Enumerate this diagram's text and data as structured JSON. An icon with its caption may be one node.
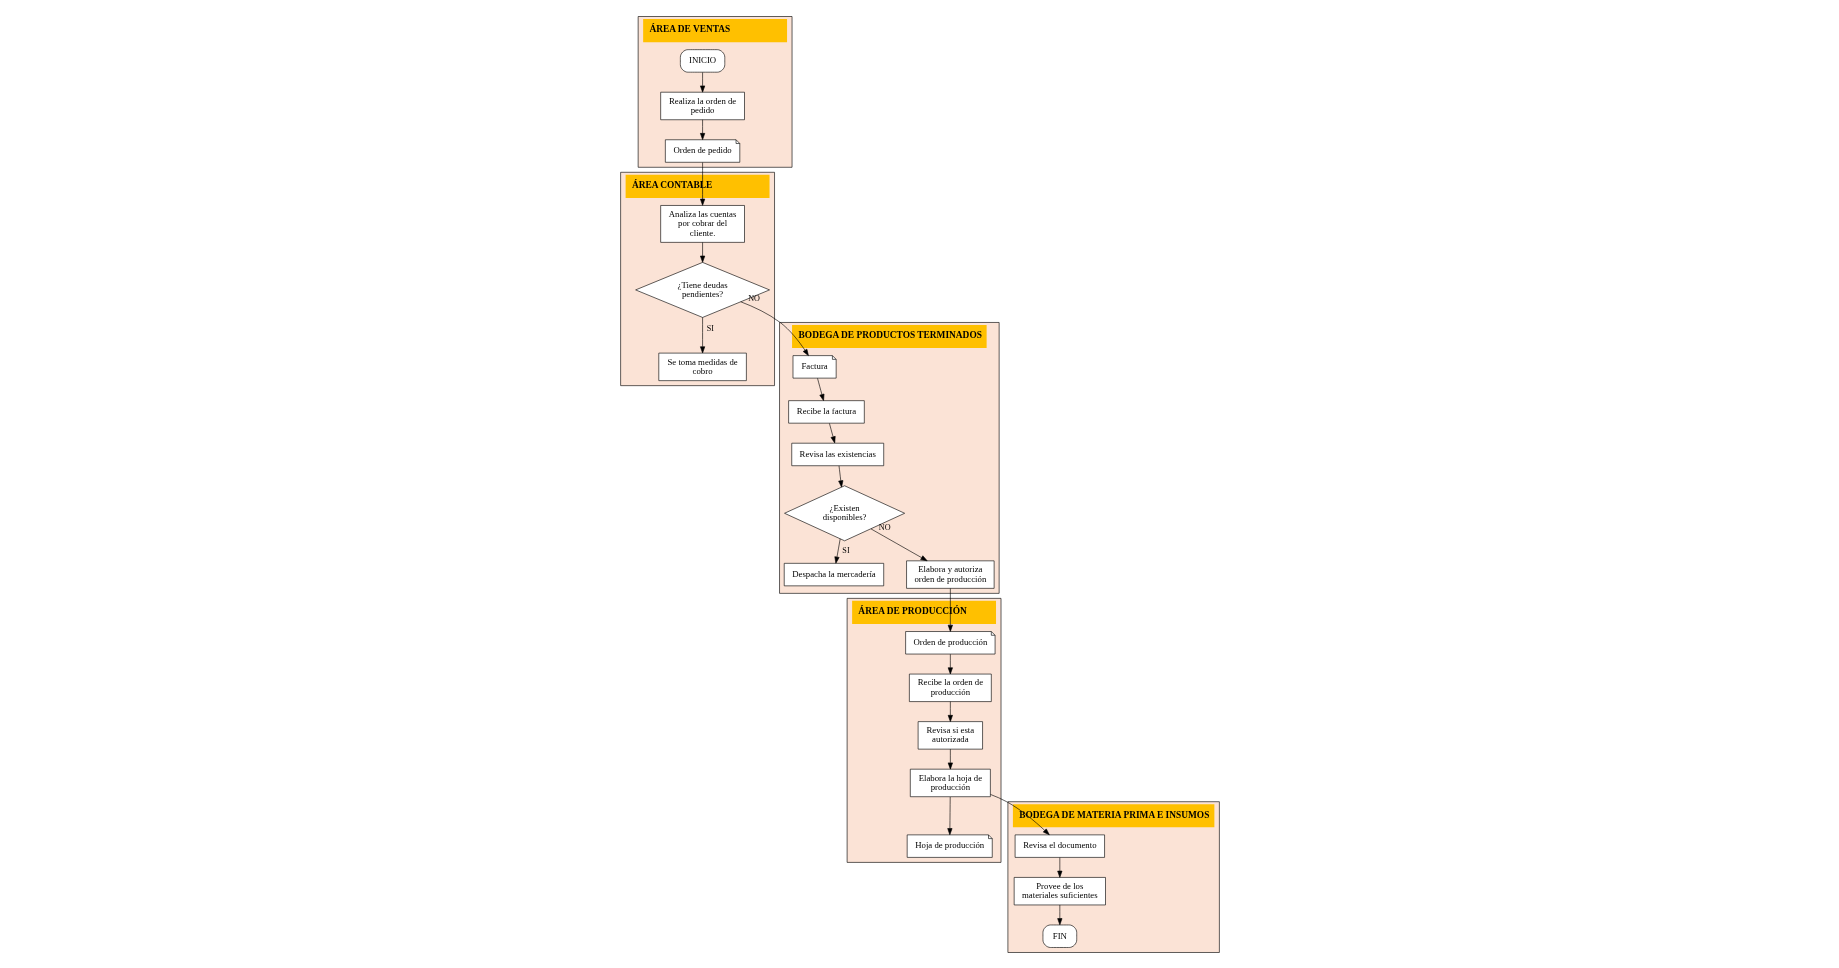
{
  "diagram": {
    "nodes": [
      {
        "text": [
          "ÁREA DE VENTAS"
        ]
      },
      {
        "text": [
          "INICIO"
        ],
        "in": 0
      },
      {
        "text": [
          "Realiza la orden de pedido"
        ],
        "in": 0
      },
      {
        "text": [
          "Orden de pedido"
        ],
        "in": 0
      },
      {
        "text": [
          "ÁREA CONTABLE"
        ]
      },
      {
        "text": [
          "Analiza las cuentas por cobrar del cliente."
        ],
        "in": 4
      },
      {
        "text": [
          "¿Tiene deudas pendientes?"
        ],
        "in": 4
      },
      {
        "text": [
          "Se toma medidas de cobro"
        ],
        "in": 4
      },
      {
        "text": [
          "BODEGA DE PRODUCTOS TERMINADOS"
        ]
      },
      {
        "text": [
          "Factura"
        ],
        "in": 8
      },
      {
        "text": [
          "Recibe la factura"
        ],
        "in": 8
      },
      {
        "text": [
          "Revisa las existencias"
        ],
        "in": 8
      },
      {
        "text": [
          "¿Existen disponibles?"
        ],
        "in": 8
      },
      {
        "text": [
          "Despacha la mercadería"
        ],
        "in": 8
      },
      {
        "text": [
          "Elabora y autoriza orden de producción"
        ],
        "in": 8
      },
      {
        "text": [
          "ÁREA DE PRODUCCIÓN"
        ]
      },
      {
        "text": [
          "Orden de producción"
        ],
        "in": 15
      },
      {
        "text": [
          "Recibe la orden de producción"
        ],
        "in": 15
      },
      {
        "text": [
          "Revisa si esta autorizada"
        ],
        "in": 15
      },
      {
        "text": [
          "Elabora la hoja de producción"
        ],
        "in": 15
      },
      {
        "text": [
          "Hoja de producción"
        ],
        "in": 15
      },
      {
        "text": [
          "BODEGA DE MATERIA PRIMA E INSUMOS"
        ]
      },
      {
        "text": [
          "Revisa el documento"
        ],
        "in": 21
      },
      {
        "text": [
          "Provee de los materiales suficientes"
        ],
        "in": 21
      },
      {
        "text": [
          "FIN"
        ],
        "in": 21
      }
    ],
    "edges": [
      {
        "from": 1,
        "to": 2,
        "arrow": "to"
      },
      {
        "from": 2,
        "to": 3,
        "arrow": "to"
      },
      {
        "from": 3,
        "to": 5,
        "arrow": "to"
      },
      {
        "from": 5,
        "to": 6,
        "arrow": "to"
      },
      {
        "from": 6,
        "to": 9,
        "arrow": "to",
        "label": "NO"
      },
      {
        "from": 6,
        "to": 7,
        "arrow": "to",
        "label": "SI"
      },
      {
        "from": 9,
        "to": 10,
        "arrow": "to"
      },
      {
        "from": 10,
        "to": 11,
        "arrow": "to"
      },
      {
        "from": 11,
        "to": 12,
        "arrow": "to"
      },
      {
        "from": 12,
        "to": 13,
        "arrow": "to",
        "label": "SI"
      },
      {
        "from": 12,
        "to": 14,
        "arrow": "to",
        "label": "NO"
      },
      {
        "from": 14,
        "to": 16,
        "arrow": "to"
      },
      {
        "from": 16,
        "to": 17,
        "arrow": "to"
      },
      {
        "from": 17,
        "to": 18,
        "arrow": "to"
      },
      {
        "from": 18,
        "to": 19,
        "arrow": "to"
      },
      {
        "from": 19,
        "to": 20,
        "arrow": "to"
      },
      {
        "from": 19,
        "to": 22,
        "arrow": "to"
      },
      {
        "from": 22,
        "to": 23,
        "arrow": "to"
      },
      {
        "from": 23,
        "to": 24,
        "arrow": "to"
      }
    ]
  }
}
